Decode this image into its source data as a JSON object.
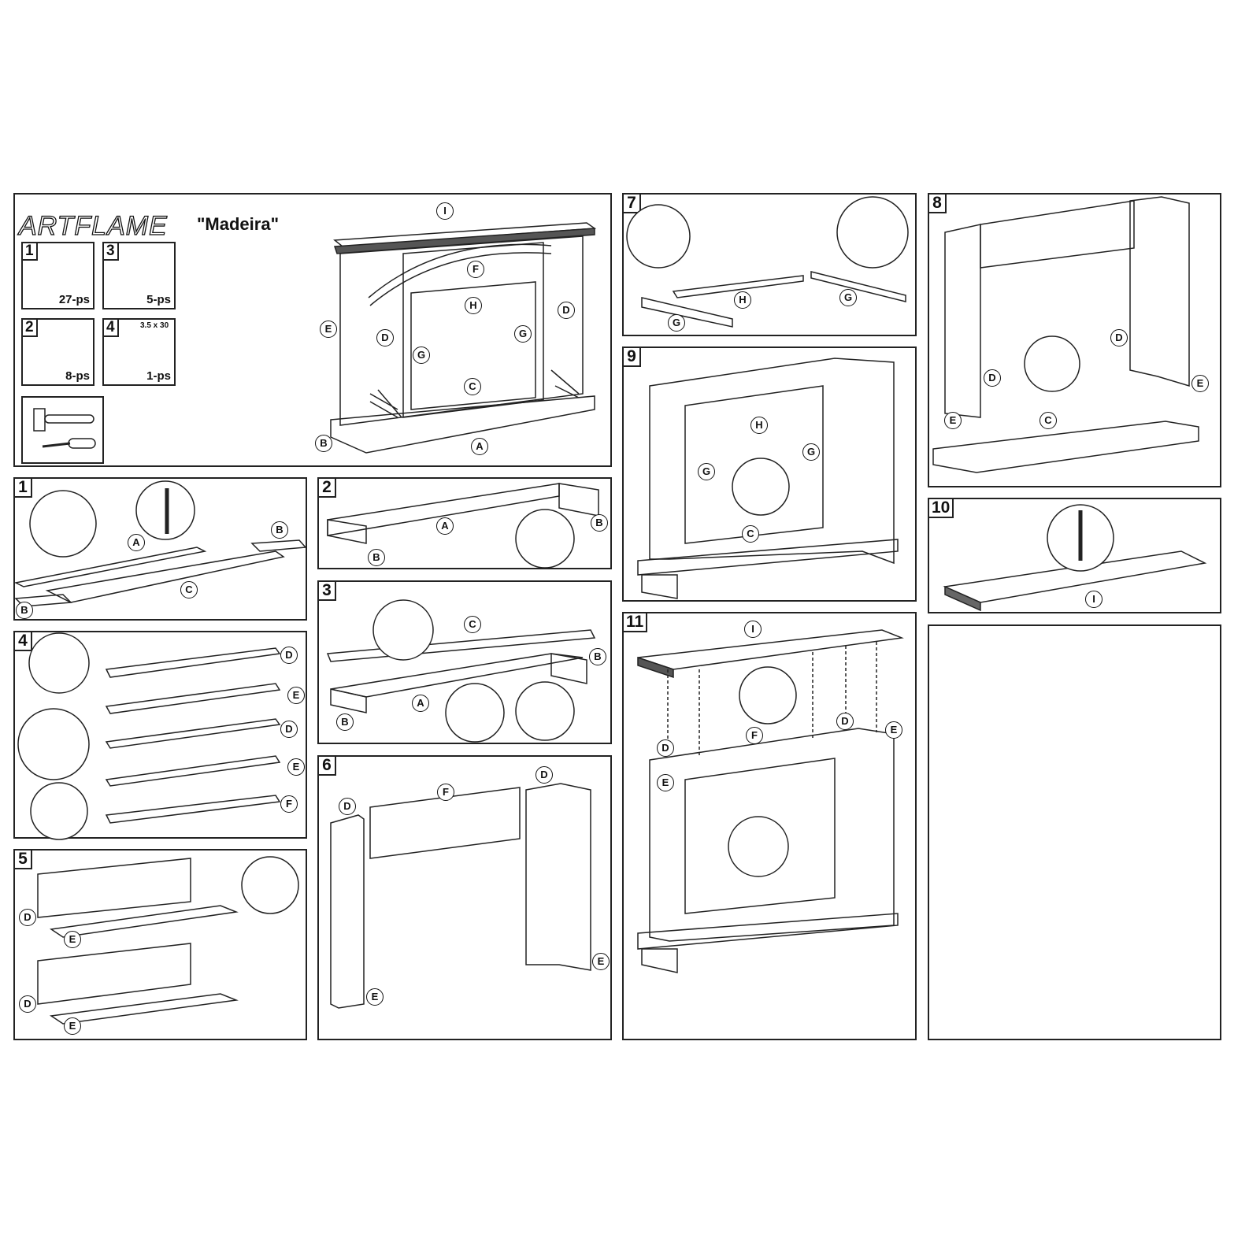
{
  "header": {
    "brand": "ARTFLAME",
    "model": "\"Madeira\"",
    "hardware": [
      {
        "num": "1",
        "qty": "27-ps",
        "icon": "cam-bolt-and-cam-lock"
      },
      {
        "num": "3",
        "qty": "5-ps",
        "icon": "furniture-glide-foot"
      },
      {
        "num": "2",
        "qty": "8-ps",
        "icon": "wooden-dowel"
      },
      {
        "num": "4",
        "qty": "1-ps",
        "size": "3.5 x 30",
        "icon": "wood-screw"
      }
    ],
    "tools": [
      "hammer-icon",
      "screwdriver-icon"
    ],
    "overview_labels": [
      "I",
      "F",
      "H",
      "E",
      "D",
      "D",
      "G",
      "G",
      "C",
      "B",
      "A"
    ]
  },
  "steps": {
    "s1": {
      "num": "1",
      "labels": [
        "A",
        "B",
        "C",
        "B"
      ]
    },
    "s2": {
      "num": "2",
      "labels": [
        "A",
        "B",
        "B"
      ]
    },
    "s3": {
      "num": "3",
      "labels": [
        "C",
        "B",
        "A",
        "B"
      ]
    },
    "s4": {
      "num": "4",
      "labels": [
        "D",
        "E",
        "D",
        "E",
        "F"
      ]
    },
    "s5": {
      "num": "5",
      "labels": [
        "D",
        "E",
        "D",
        "E"
      ]
    },
    "s6": {
      "num": "6",
      "labels": [
        "F",
        "D",
        "D",
        "E",
        "E"
      ]
    },
    "s7": {
      "num": "7",
      "labels": [
        "H",
        "G",
        "G"
      ]
    },
    "s8": {
      "num": "8",
      "labels": [
        "D",
        "D",
        "E",
        "E",
        "C"
      ]
    },
    "s9": {
      "num": "9",
      "labels": [
        "H",
        "G",
        "G",
        "C"
      ]
    },
    "s10": {
      "num": "10",
      "labels": [
        "I"
      ]
    },
    "s11": {
      "num": "11",
      "labels": [
        "I",
        "D",
        "E",
        "F",
        "D",
        "E"
      ]
    }
  }
}
